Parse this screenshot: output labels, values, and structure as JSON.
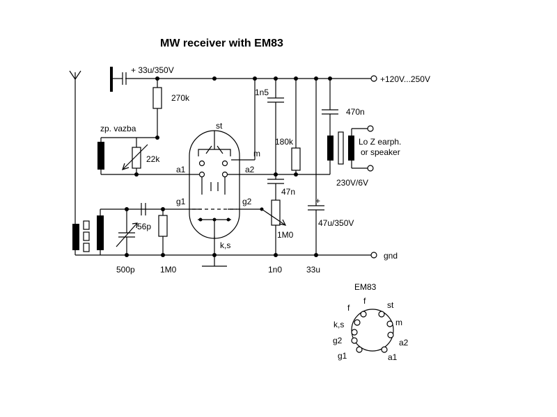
{
  "title": "MW receiver with EM83",
  "labels": {
    "c_bypass": "+ 33u/350V",
    "supply": "+120V...250V",
    "r_270k": "270k",
    "c_1n5": "1n5",
    "c_470n": "470n",
    "tube_st": "st",
    "zp_vazba": "zp. vazba",
    "r_22k": "22k",
    "pin_m": "m",
    "r_180k": "180k",
    "earph_1": "Lo Z earph.",
    "earph_2": "or speaker",
    "pin_a1": "a1",
    "pin_a2": "a2",
    "c_47n": "47n",
    "transformer": "230V/6V",
    "pin_g1": "g1",
    "pin_g2": "g2",
    "c_56p": "56p",
    "c_47u": "47u/350V",
    "cap_plus": "+",
    "pot_1m0": "1M0",
    "pin_ks": "k,s",
    "gnd": "gnd",
    "c_500p": "500p",
    "r_1m0": "1M0",
    "c_1n0": "1n0",
    "c_33u": "33u"
  },
  "pinout": {
    "title": "EM83",
    "f_left": "f",
    "f_top": "f",
    "st": "st",
    "m": "m",
    "ks": "k,s",
    "a2": "a2",
    "g2": "g2",
    "g1": "g1",
    "a1": "a1"
  }
}
